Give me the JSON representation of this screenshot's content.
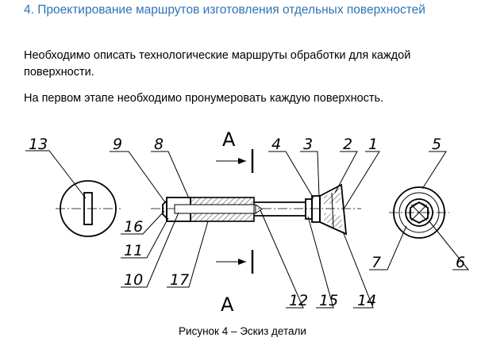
{
  "section": {
    "title": "4. Проектирование маршрутов изготовления отдельных поверхностей"
  },
  "body": {
    "paragraph_1": "Необходимо описать технологические маршруты обработки для каждой поверхности.",
    "paragraph_2": "На первом этапе необходимо пронумеровать каждую поверхность."
  },
  "figure": {
    "caption": "Рисунок 4 – Эскиз детали",
    "section_label_top": "A",
    "section_label_bottom": "A",
    "callouts": [
      "13",
      "9",
      "8",
      "4",
      "3",
      "2",
      "1",
      "5",
      "16",
      "11",
      "10",
      "17",
      "12",
      "15",
      "14",
      "7",
      "6"
    ]
  }
}
